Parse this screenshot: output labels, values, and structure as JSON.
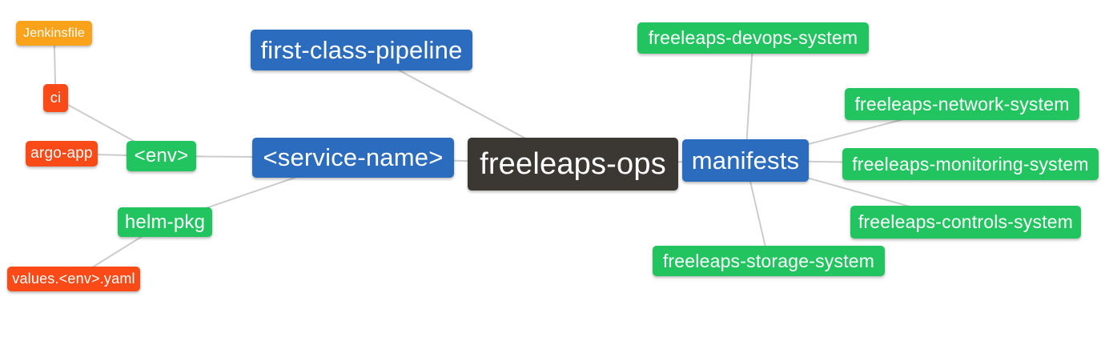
{
  "diagram": {
    "background": "#ffffff",
    "palette": {
      "blue": "#2B6CBE",
      "green": "#21C45F",
      "orange": "#FAA31A",
      "red": "#F94A17",
      "dark": "#3B3834",
      "edge": "#CCCCCC",
      "text": "#FFFFFF"
    },
    "nodes": [
      {
        "id": "jenkinsfile",
        "label": "Jenkinsfile",
        "color": "orange"
      },
      {
        "id": "ci",
        "label": "ci",
        "color": "red"
      },
      {
        "id": "argo-app",
        "label": "argo-app",
        "color": "red"
      },
      {
        "id": "env",
        "label": "<env>",
        "color": "green"
      },
      {
        "id": "service-name",
        "label": "<service-name>",
        "color": "blue"
      },
      {
        "id": "first-class-pipeline",
        "label": "first-class-pipeline",
        "color": "blue"
      },
      {
        "id": "helm-pkg",
        "label": "helm-pkg",
        "color": "green"
      },
      {
        "id": "values-env-yaml",
        "label": "values.<env>.yaml",
        "color": "red"
      },
      {
        "id": "freeleaps-ops",
        "label": "freeleaps-ops",
        "color": "dark"
      },
      {
        "id": "manifests",
        "label": "manifests",
        "color": "blue"
      },
      {
        "id": "freeleaps-devops-system",
        "label": "freeleaps-devops-system",
        "color": "green"
      },
      {
        "id": "freeleaps-network-system",
        "label": "freeleaps-network-system",
        "color": "green"
      },
      {
        "id": "freeleaps-monitoring-system",
        "label": "freeleaps-monitoring-system",
        "color": "green"
      },
      {
        "id": "freeleaps-controls-system",
        "label": "freeleaps-controls-system",
        "color": "green"
      },
      {
        "id": "freeleaps-storage-system",
        "label": "freeleaps-storage-system",
        "color": "green"
      }
    ],
    "edges": [
      [
        "jenkinsfile",
        "ci"
      ],
      [
        "ci",
        "env"
      ],
      [
        "argo-app",
        "env"
      ],
      [
        "env",
        "service-name"
      ],
      [
        "helm-pkg",
        "service-name"
      ],
      [
        "values-env-yaml",
        "helm-pkg"
      ],
      [
        "service-name",
        "freeleaps-ops"
      ],
      [
        "first-class-pipeline",
        "freeleaps-ops"
      ],
      [
        "freeleaps-ops",
        "manifests"
      ],
      [
        "manifests",
        "freeleaps-devops-system"
      ],
      [
        "manifests",
        "freeleaps-network-system"
      ],
      [
        "manifests",
        "freeleaps-monitoring-system"
      ],
      [
        "manifests",
        "freeleaps-controls-system"
      ],
      [
        "manifests",
        "freeleaps-storage-system"
      ]
    ]
  }
}
